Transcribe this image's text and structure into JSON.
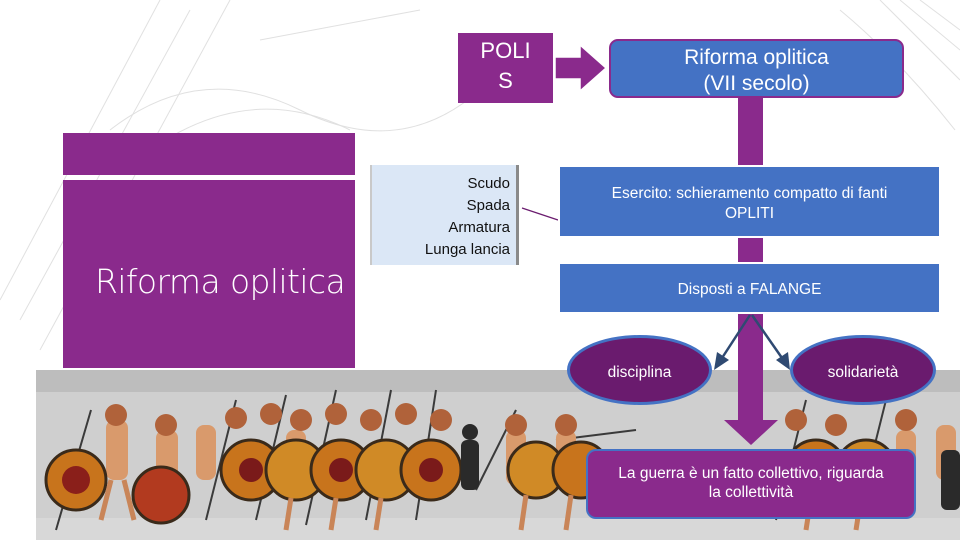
{
  "colors": {
    "purple": "#8a2a8c",
    "dark_purple": "#6a1b6e",
    "blue": "#4472c4",
    "light_blue": "#dbe7f6"
  },
  "slide": {
    "title": "Riforma oplitica"
  },
  "diagram": {
    "polis": "POLI\nS",
    "riforma_label": "Riforma oplitica\n(VII secolo)",
    "equipment": [
      "Scudo",
      "Spada",
      "Armatura",
      "Lunga lancia"
    ],
    "esercito": "Esercito: schieramento compatto di fanti\nOPLITI",
    "falange": "Disposti a FALANGE",
    "disciplina": "disciplina",
    "solidarieta": "solidarietà",
    "guerra": "La guerra è un fatto collettivo, riguarda\nla collettività"
  },
  "image": {
    "description_icon": "hoplite-frieze-image"
  }
}
